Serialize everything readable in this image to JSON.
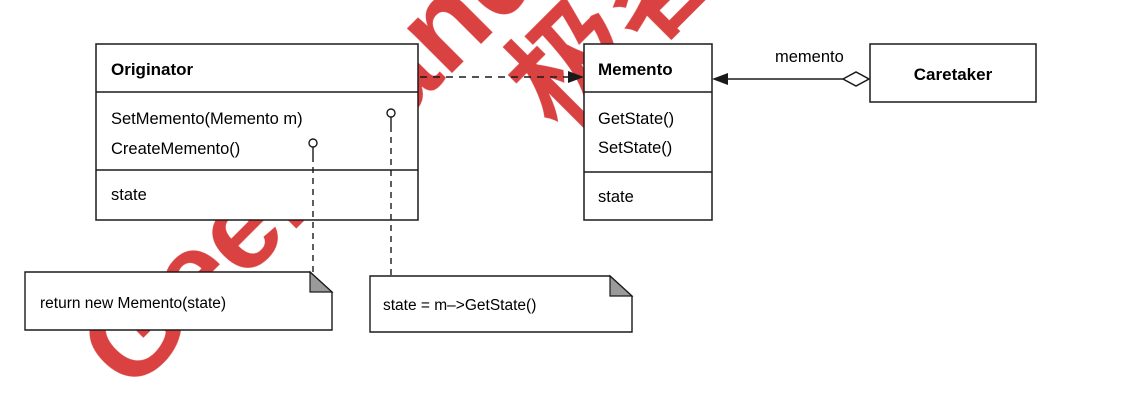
{
  "originator": {
    "name": "Originator",
    "operations": [
      "SetMemento(Memento m)",
      "CreateMemento()"
    ],
    "attributes": [
      "state"
    ]
  },
  "memento": {
    "name": "Memento",
    "operations": [
      "GetState()",
      "SetState()"
    ],
    "attributes": [
      "state"
    ]
  },
  "caretaker": {
    "name": "Caretaker"
  },
  "association_label": "memento",
  "notes": {
    "create_memento": "return new Memento(state)",
    "set_memento": "state = m–>GetState()"
  },
  "watermark": {
    "latin": "GeekBand",
    "chinese": "极客邦",
    "color": "#d42020"
  },
  "colors": {
    "line": "#1a1a1a",
    "note_corner": "#9a9a9a"
  }
}
